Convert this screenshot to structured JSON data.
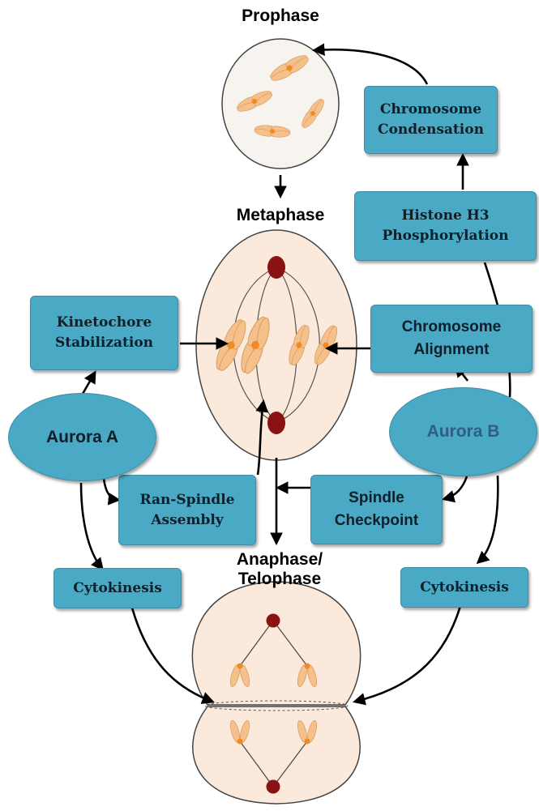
{
  "phases": {
    "prophase": "Prophase",
    "metaphase": "Metaphase",
    "anaphase_line1": "Anaphase/",
    "anaphase_line2": "Telophase"
  },
  "boxes": {
    "chromosome_condensation": "Chromosome\nCondensation",
    "histone_h3": "Histone H3\nPhosphorylation",
    "kinetochore": "Kinetochore\nStabilization",
    "chromosome_alignment": "Chromosome\nAlignment",
    "ran_spindle": "Ran-Spindle\nAssembly",
    "spindle_checkpoint": "Spindle\nCheckpoint",
    "cytokinesis_left": "Cytokinesis",
    "cytokinesis_right": "Cytokinesis"
  },
  "kinases": {
    "aurora_a": "Aurora A",
    "aurora_b": "Aurora B"
  },
  "colors": {
    "box_fill": "#4aa9c4",
    "cell_fill": "#fbeadb",
    "chromosome": "#f5c08a",
    "centromere": "#f08a24",
    "centrosome": "#8b1212",
    "aurora_b_text": "#2f5e86"
  }
}
